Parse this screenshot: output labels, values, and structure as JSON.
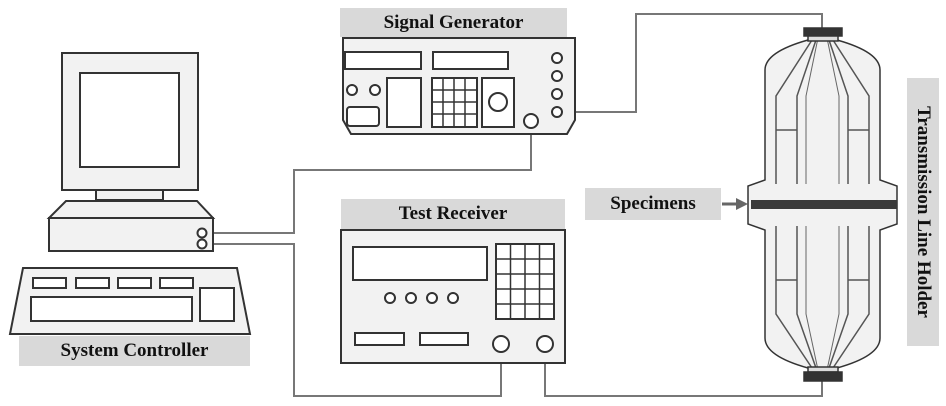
{
  "labels": {
    "signal_generator": "Signal Generator",
    "test_receiver": "Test Receiver",
    "system_controller": "System Controller",
    "specimens": "Specimens",
    "holder": "Transmission Line Holder"
  },
  "colors": {
    "stroke": "#333333",
    "panel": "#f2f2f2",
    "label_bg": "#d9d9d9",
    "specimen": "#3a3a3a",
    "cable": "#777777"
  }
}
